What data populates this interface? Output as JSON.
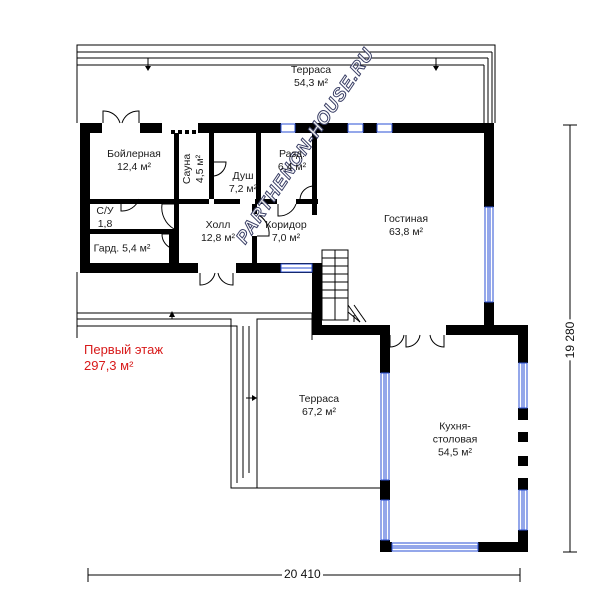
{
  "rooms": {
    "terrace_top": {
      "name": "Терраса",
      "area": "54,3 м²"
    },
    "boiler": {
      "name": "Бойлерная",
      "area": "12,4 м²"
    },
    "sauna": {
      "name": "Сауна",
      "area": "4,5 м²"
    },
    "shower": {
      "name": "Душ",
      "area": "7,2 м²"
    },
    "dressing": {
      "name": "Разд.",
      "area": "6,4 м²"
    },
    "wc": {
      "name": "С/У",
      "area": "1,8"
    },
    "wardrobe": {
      "name": "Гард. 5,4 м²"
    },
    "hall": {
      "name": "Холл",
      "area": "12,8 м²"
    },
    "corridor": {
      "name": "Коридор",
      "area": "7,0 м²"
    },
    "living": {
      "name": "Гостиная",
      "area": "63,8 м²"
    },
    "terrace_bottom": {
      "name": "Терраса",
      "area": "67,2 м²"
    },
    "kitchen": {
      "line1": "Кухня-",
      "line2": "столовая",
      "area": "54,5 м²"
    }
  },
  "floor": {
    "title": "Первый этаж",
    "area": "297,3 м²"
  },
  "dimensions": {
    "width": "20 410",
    "height": "19 280"
  },
  "watermark": "PARTHENON-HOUSE.RU",
  "colors": {
    "wall": "#000000",
    "window": "#2a4fd6",
    "floor_label": "#d81a1a"
  }
}
